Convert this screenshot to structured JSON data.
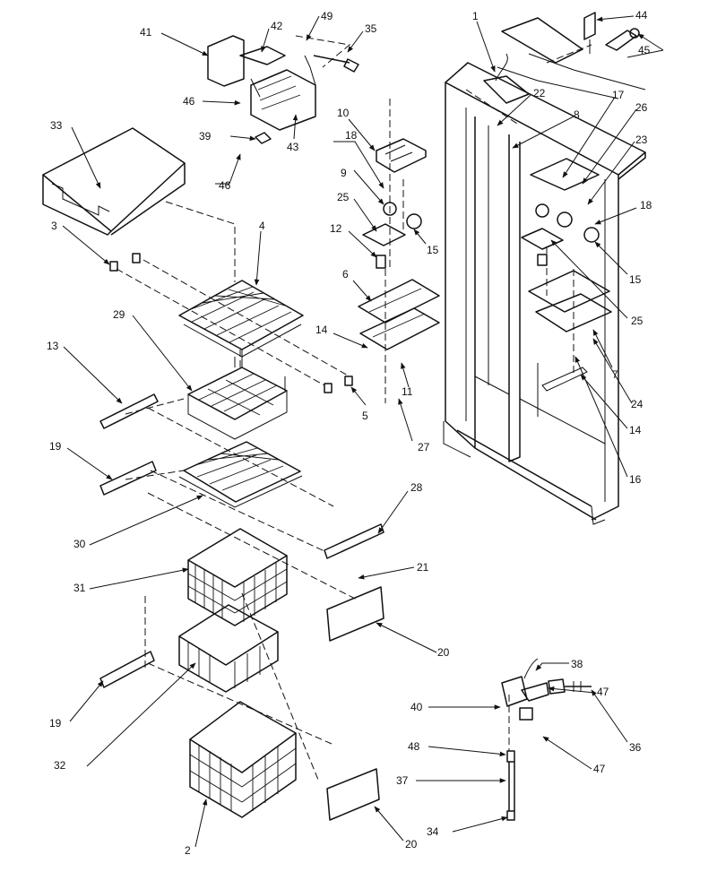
{
  "callouts": [
    "1",
    "2",
    "3",
    "4",
    "5",
    "6",
    "7",
    "8",
    "9",
    "10",
    "11",
    "12",
    "13",
    "14",
    "14",
    "15",
    "15",
    "16",
    "17",
    "18",
    "18",
    "19",
    "19",
    "20",
    "20",
    "21",
    "22",
    "23",
    "24",
    "25",
    "25",
    "26",
    "27",
    "28",
    "29",
    "30",
    "31",
    "32",
    "33",
    "34",
    "35",
    "36",
    "37",
    "38",
    "39",
    "40",
    "41",
    "42",
    "43",
    "44",
    "45",
    "46",
    "46",
    "47",
    "47",
    "48",
    "49"
  ],
  "colors": {
    "ink": "#111111",
    "paper": "#ffffff"
  }
}
